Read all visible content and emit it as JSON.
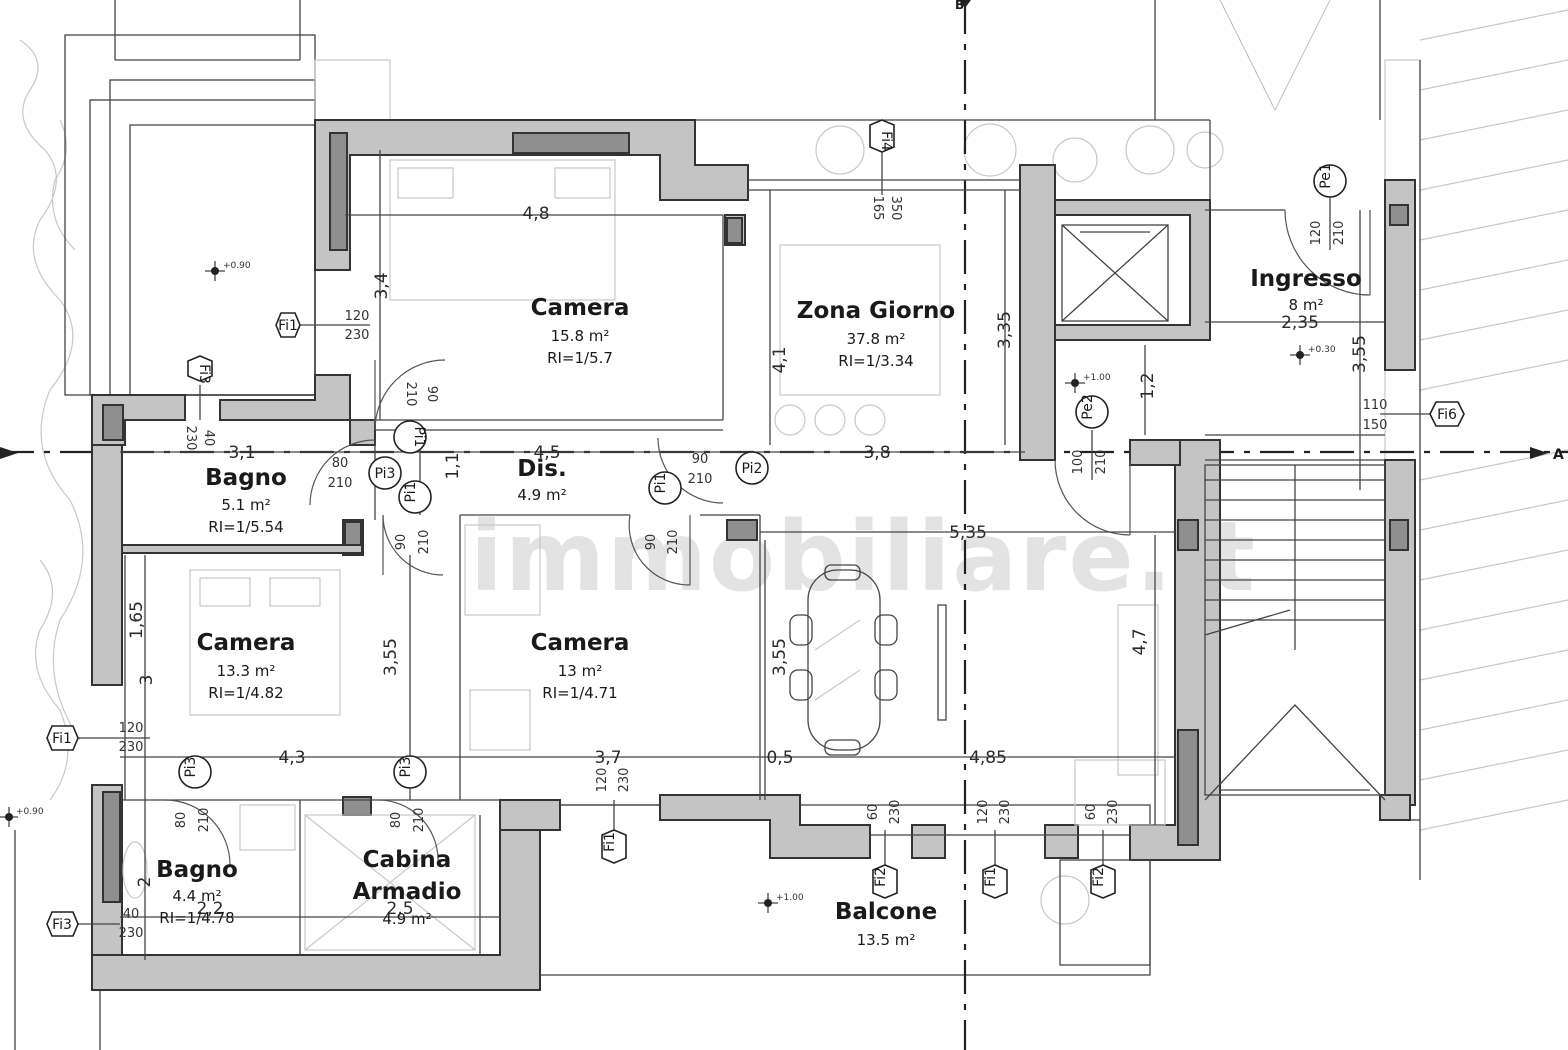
{
  "rooms": [
    {
      "name": "Camera",
      "area": "15.8 m²",
      "ri": "RI=1/5.7"
    },
    {
      "name": "Zona Giorno",
      "area": "37.8 m²",
      "ri": "RI=1/3.34"
    },
    {
      "name": "Ingresso",
      "area": "8 m²"
    },
    {
      "name": "Bagno",
      "area": "5.1 m²",
      "ri": "RI=1/5.54"
    },
    {
      "name": "Dis.",
      "area": "4.9 m²"
    },
    {
      "name": "Camera",
      "area": "13.3 m²",
      "ri": "RI=1/4.82"
    },
    {
      "name": "Camera",
      "area": "13 m²",
      "ri": "RI=1/4.71"
    },
    {
      "name": "Bagno",
      "area": "4.4 m²",
      "ri": "RI=1/4.78"
    },
    {
      "name": "Cabina",
      "name2": "Armadio",
      "area": "4.9 m²"
    },
    {
      "name": "Balcone",
      "area": "13.5 m²"
    }
  ],
  "dimensions": [
    "4,8",
    "3,4",
    "4,1",
    "3,35",
    "2,35",
    "3,55",
    "1,2",
    "3,1",
    "1,1",
    "4,5",
    "3,8",
    "5,35",
    "1,65",
    "3",
    "3,55",
    "3,55",
    "4,7",
    "4,3",
    "3,7",
    "0,5",
    "4,85",
    "2",
    "2,2",
    "2,5"
  ],
  "openings": [
    {
      "tag": "Fi1",
      "w": "120",
      "h": "230"
    },
    {
      "tag": "Fi3",
      "w": "40",
      "h": "230"
    },
    {
      "tag": "Fi4",
      "w": "350",
      "h": "165"
    },
    {
      "tag": "Pe1",
      "w": "120",
      "h": "210"
    },
    {
      "tag": "Fi6",
      "w": "110",
      "h": "150"
    },
    {
      "tag": "Pe2",
      "w": "100",
      "h": "210"
    },
    {
      "tag": "Pi1",
      "w": "90",
      "h": "210"
    },
    {
      "tag": "Pi3",
      "w": "80",
      "h": "210"
    },
    {
      "tag": "Pi1",
      "w": "90",
      "h": "210"
    },
    {
      "tag": "Pi2",
      "w": "90",
      "h": "210"
    },
    {
      "tag": "Pi1",
      "w": "90",
      "h": "210"
    },
    {
      "tag": "Fi1",
      "w": "120",
      "h": "230"
    },
    {
      "tag": "Pi3",
      "w": "80",
      "h": "210"
    },
    {
      "tag": "Pi3",
      "w": "80",
      "h": "210"
    },
    {
      "tag": "Fi3",
      "w": "40",
      "h": "230"
    },
    {
      "tag": "Fi1",
      "w": "120",
      "h": "230"
    },
    {
      "tag": "Fi2",
      "w": "60",
      "h": "230"
    },
    {
      "tag": "Fi1",
      "w": "120",
      "h": "230"
    },
    {
      "tag": "Fi2",
      "w": "60",
      "h": "230"
    }
  ],
  "levels": [
    "+0.90",
    "+1.00",
    "+0.30",
    "+0.90",
    "+1.00"
  ],
  "section_marks": [
    "A",
    "B"
  ],
  "watermark": "immobiliare.it",
  "colors": {
    "wall": "#c4c4c4",
    "wall_dark": "#8f8f8f",
    "line": "#333333",
    "paper": "#ffffff"
  }
}
